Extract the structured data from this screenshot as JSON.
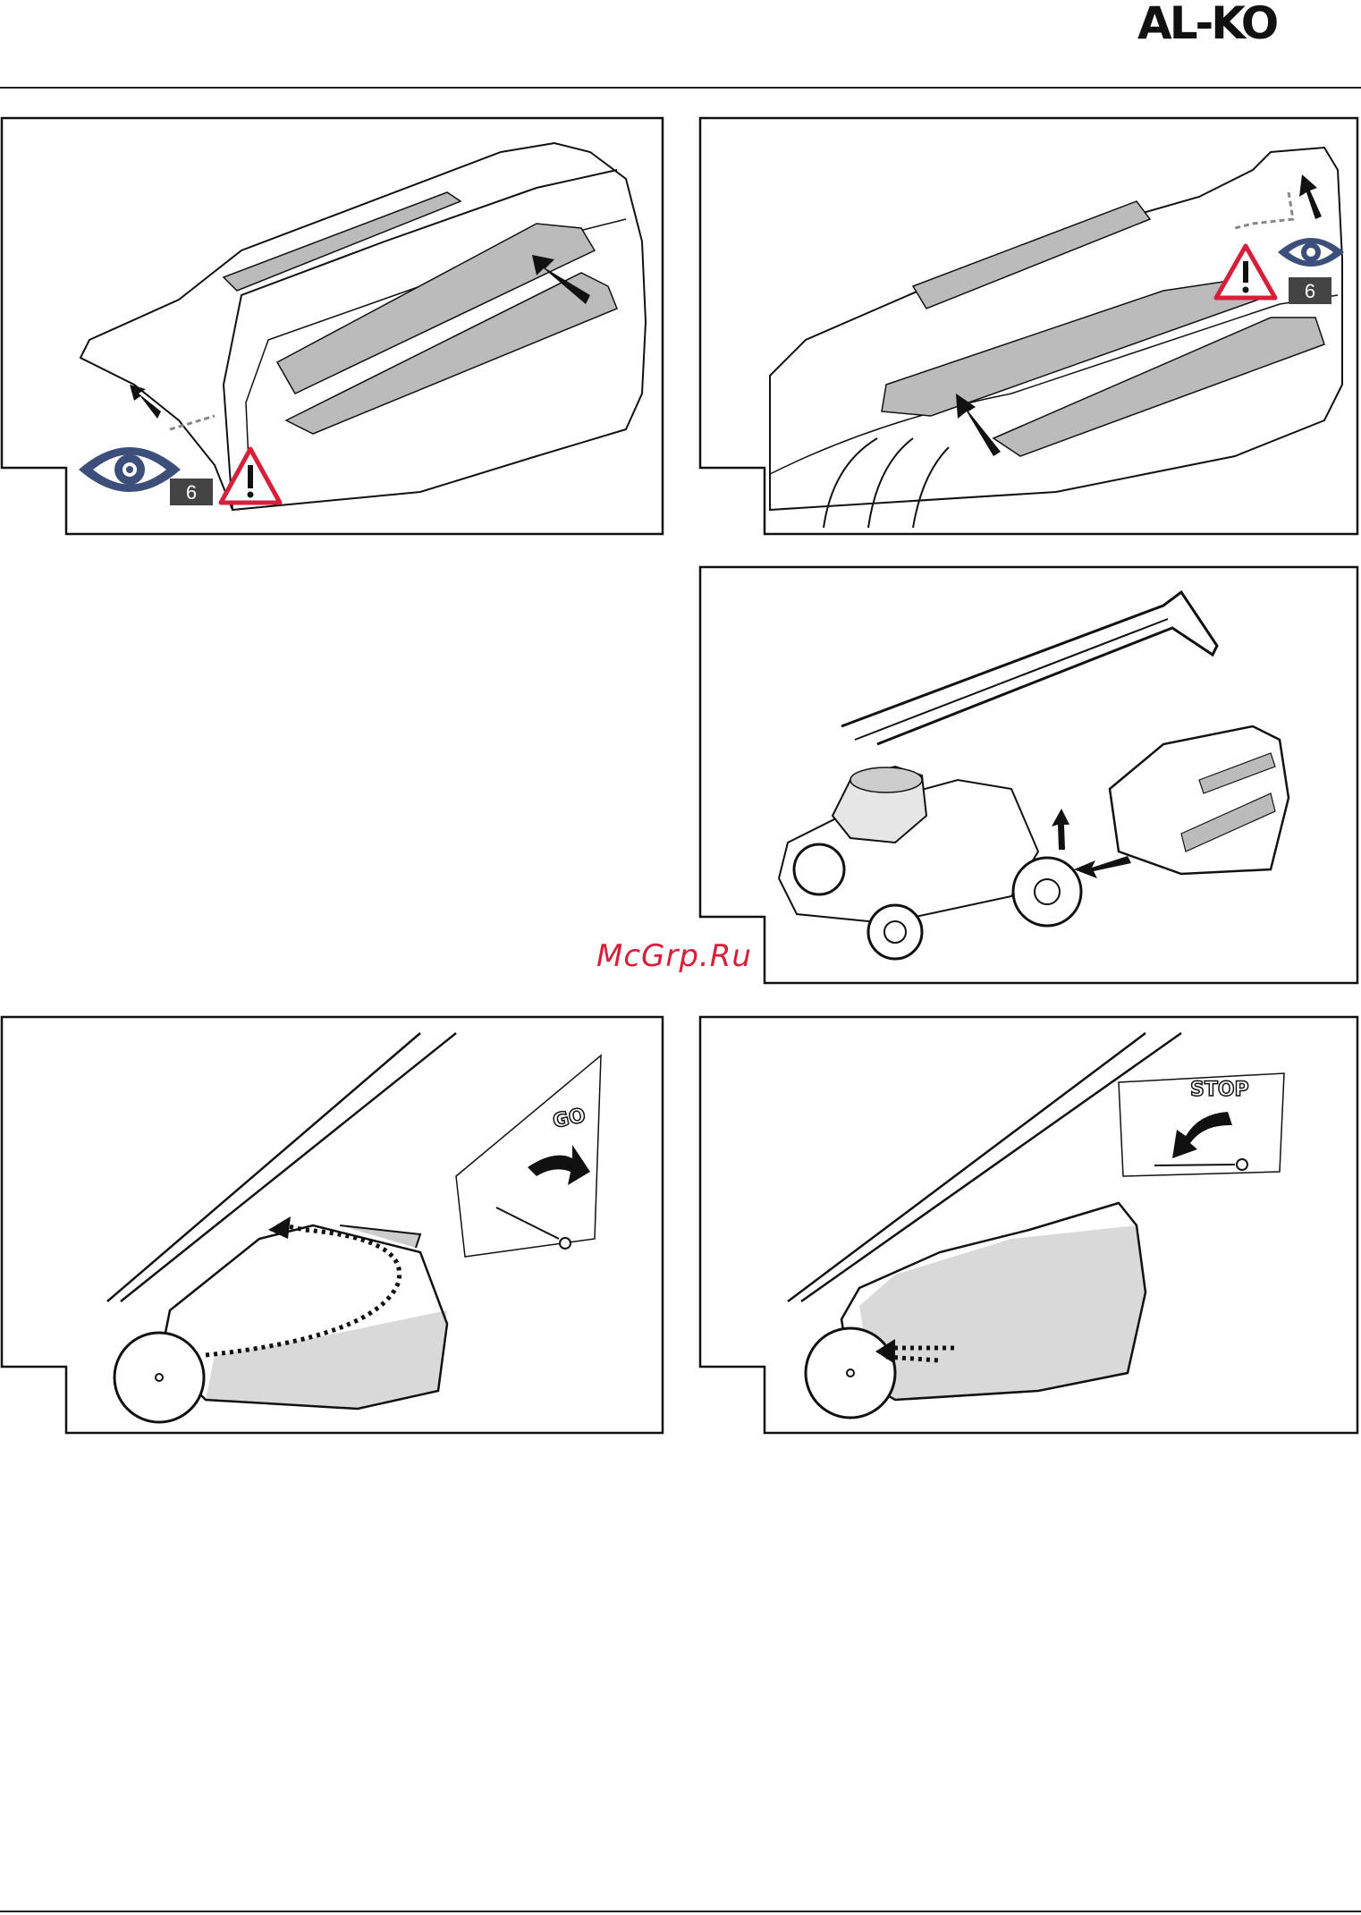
{
  "header": {
    "brand": "AL-KO"
  },
  "panels": {
    "p1": {
      "step_badge": "6"
    },
    "p2": {
      "step_badge": "6"
    },
    "p5": {
      "indicator_label": "GO"
    },
    "p6": {
      "indicator_label": "STOP"
    }
  },
  "watermark": "McGrp.Ru",
  "colors": {
    "warning": "#d6203a",
    "eye_icon": "#3b4f7a",
    "badge": "#444444",
    "grass": "#d9d9d9"
  },
  "icons": [
    "eye-icon",
    "warning-triangle-icon",
    "arrow-icon"
  ]
}
